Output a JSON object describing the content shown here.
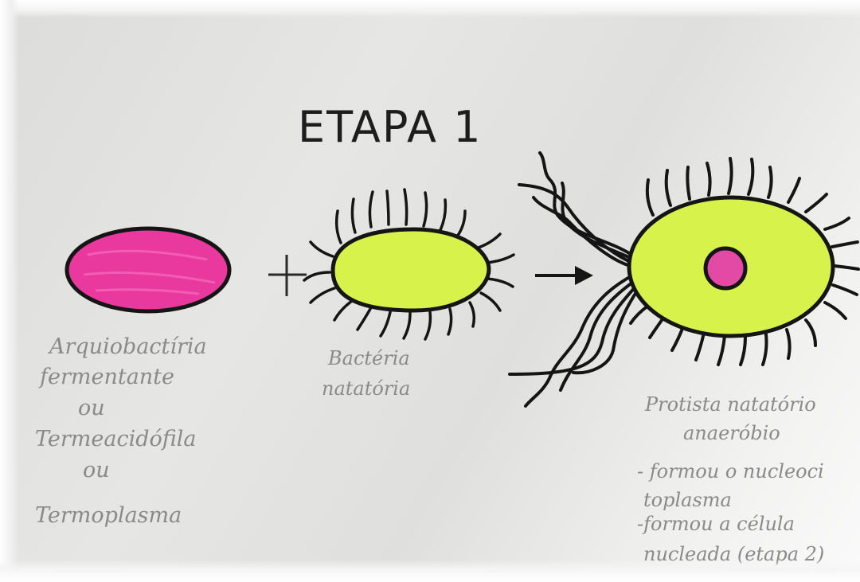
{
  "title": "ETAPA 1",
  "colors": {
    "paper": "#e2e2e0",
    "archaea_fill": "#e9399f",
    "bacteria_fill": "#d8f24c",
    "nucleus_fill": "#e24aa6",
    "ink": "#151515",
    "label_ink": "#8a8a8a"
  },
  "symbols": {
    "plus": "+",
    "arrow": "arrow-right"
  },
  "left_cell": {
    "lines": [
      "Arquiobactíria",
      "fermentante",
      "ou",
      "Termeacidófila",
      "ou",
      "Termoplasma"
    ]
  },
  "middle_cell": {
    "lines": [
      "Bactéria",
      "natatória"
    ]
  },
  "right_cell": {
    "lines": [
      "Protista natatório",
      "anaeróbio",
      "- formou o nucleoci",
      "toplasma",
      "-formou a célula",
      "nucleada (etapa 2)"
    ]
  }
}
